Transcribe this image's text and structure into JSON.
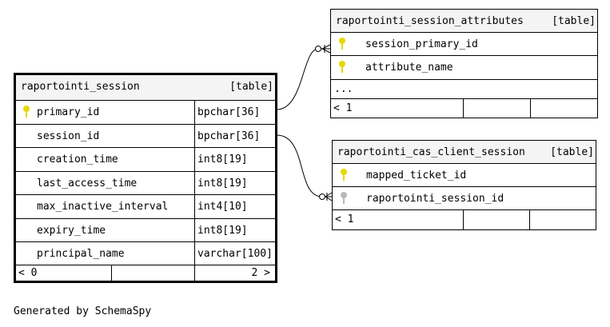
{
  "main_table": {
    "name": "raportointi_session",
    "type_badge": "[table]",
    "columns": [
      {
        "name": "primary_id",
        "type": "bpchar[36]",
        "key": "primary"
      },
      {
        "name": "session_id",
        "type": "bpchar[36]",
        "key": ""
      },
      {
        "name": "creation_time",
        "type": "int8[19]",
        "key": ""
      },
      {
        "name": "last_access_time",
        "type": "int8[19]",
        "key": ""
      },
      {
        "name": "max_inactive_interval",
        "type": "int4[10]",
        "key": ""
      },
      {
        "name": "expiry_time",
        "type": "int8[19]",
        "key": ""
      },
      {
        "name": "principal_name",
        "type": "varchar[100]",
        "key": ""
      }
    ],
    "footer_left": "< 0",
    "footer_right": "2 >"
  },
  "attributes_table": {
    "name": "raportointi_session_attributes",
    "type_badge": "[table]",
    "columns": [
      {
        "name": "session_primary_id",
        "key": "primary"
      },
      {
        "name": "attribute_name",
        "key": "primary"
      }
    ],
    "ellipsis": "...",
    "footer_left": "< 1"
  },
  "cas_table": {
    "name": "raportointi_cas_client_session",
    "type_badge": "[table]",
    "columns": [
      {
        "name": "mapped_ticket_id",
        "key": "primary"
      },
      {
        "name": "raportointi_session_id",
        "key": "foreign"
      }
    ],
    "footer_left": "< 1"
  },
  "colors": {
    "primary_key": "#e6d800",
    "foreign_key": "#b8b8b8",
    "header_bg": "#f4f4f4",
    "line": "#000000"
  },
  "footer": "Generated by SchemaSpy"
}
